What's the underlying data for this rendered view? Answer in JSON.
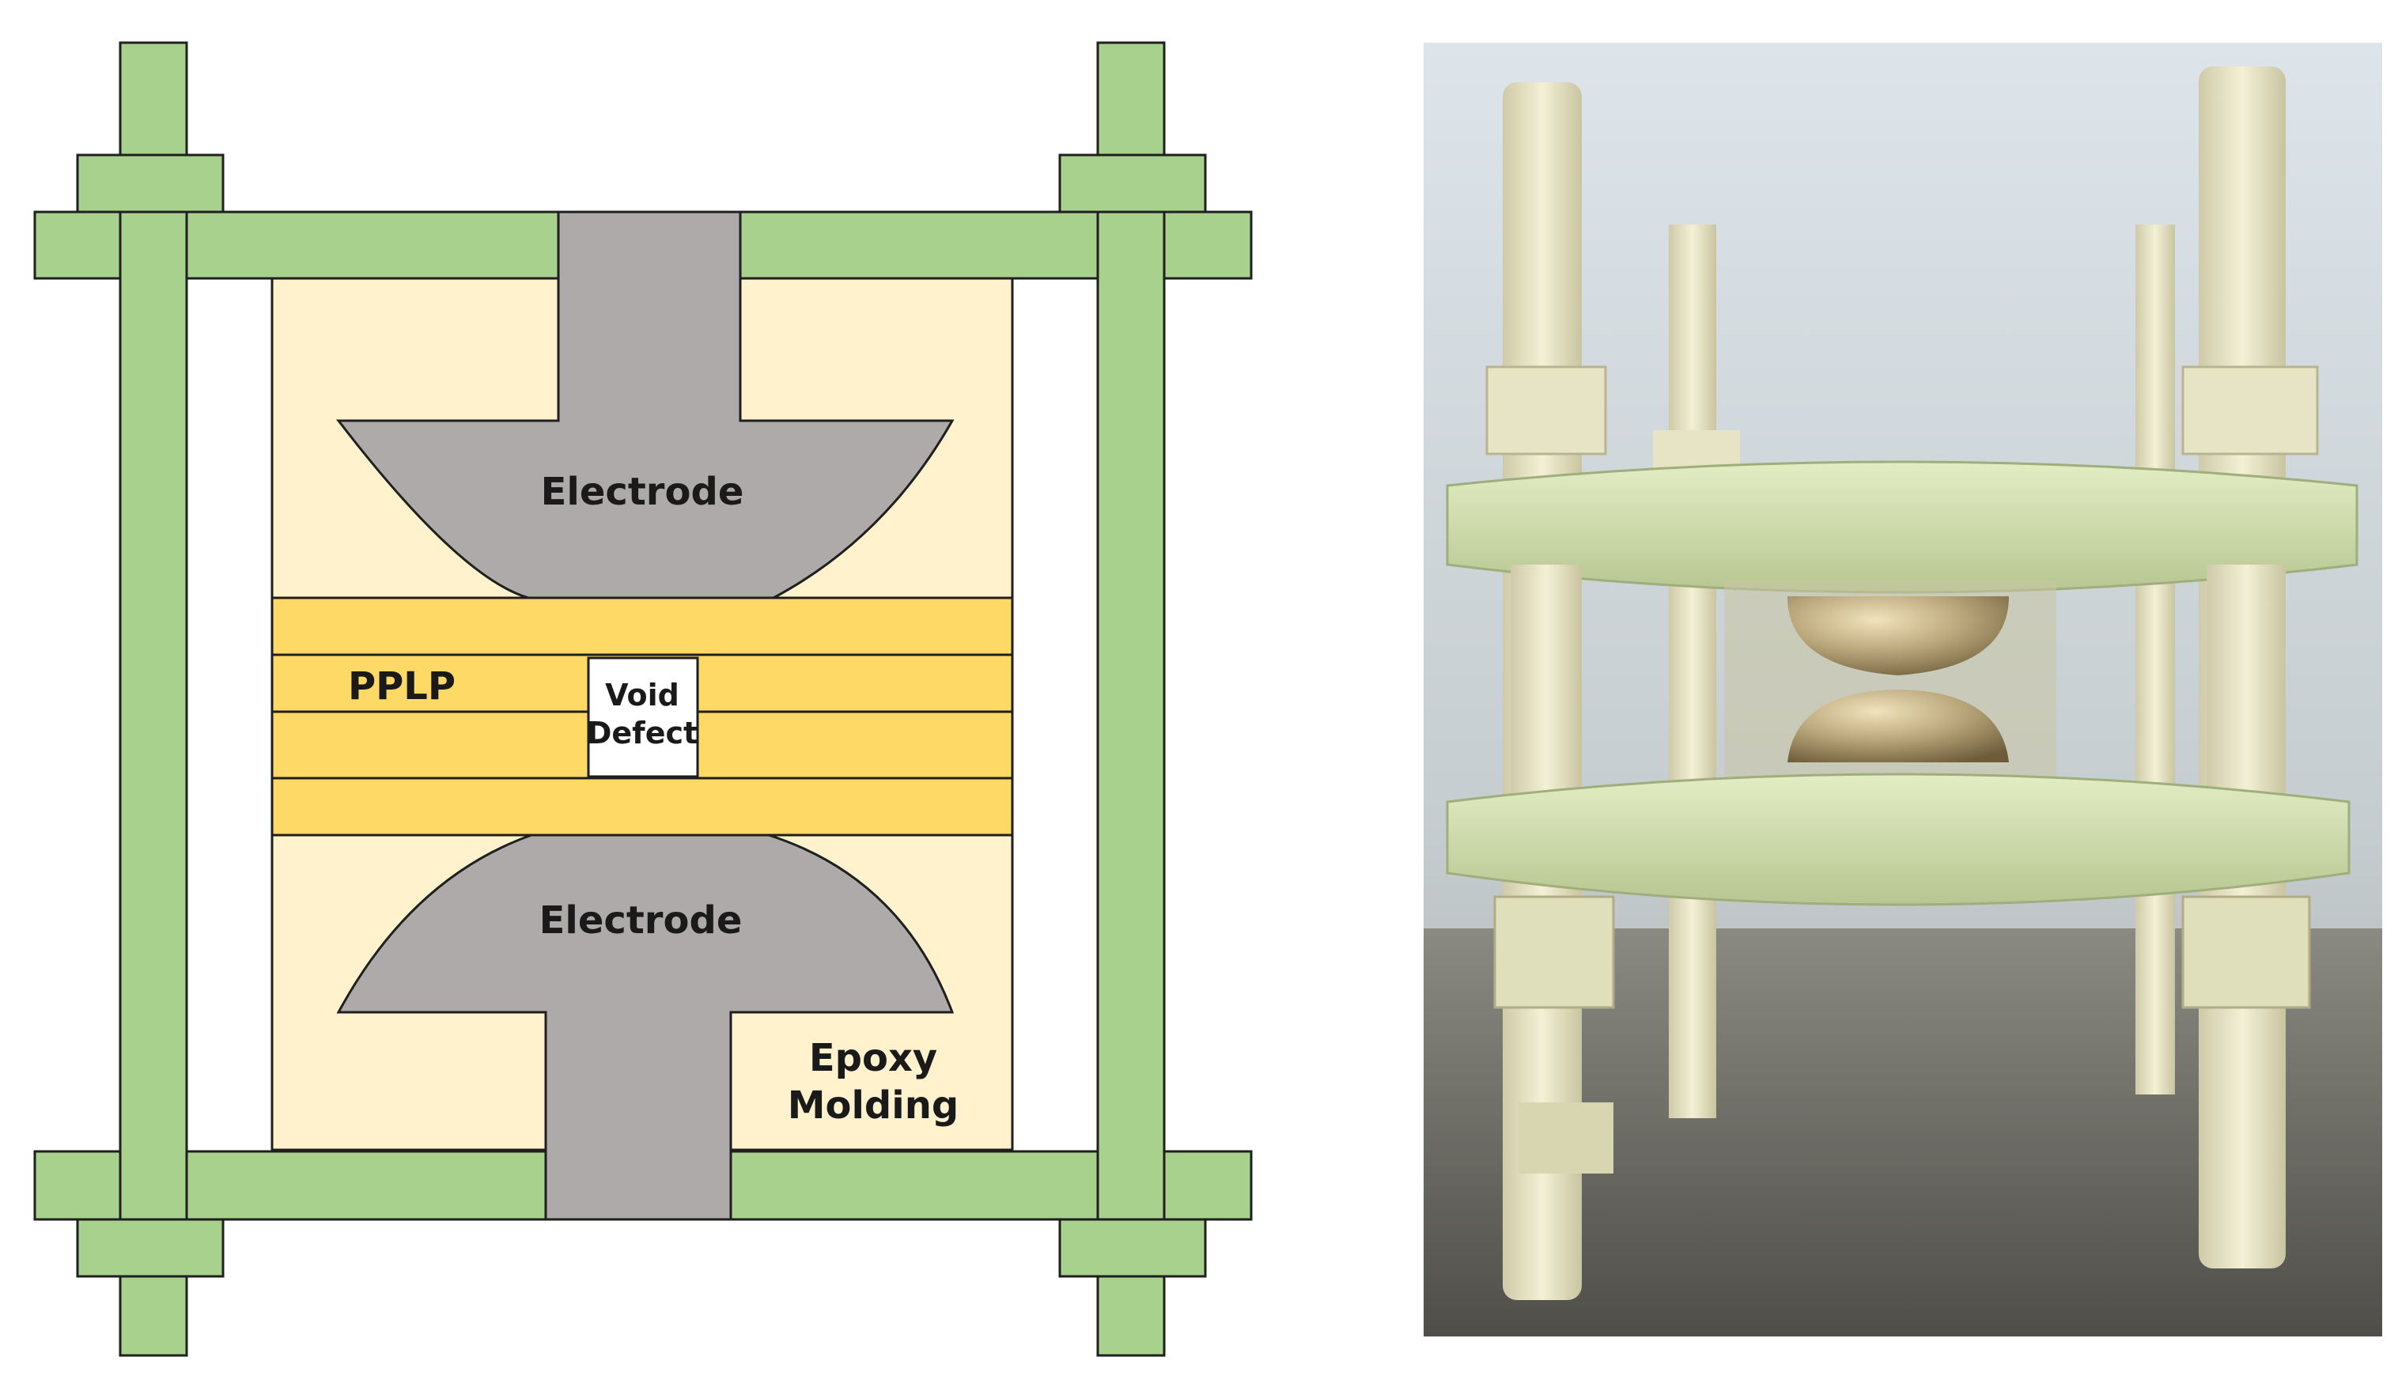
{
  "diagram": {
    "labels": {
      "electrode_top": "Electrode",
      "electrode_bottom": "Electrode",
      "pplp": "PPLP",
      "void_line1": "Void",
      "void_line2": "Defect",
      "epoxy_line1": "Epoxy",
      "epoxy_line2": "Molding"
    },
    "colors": {
      "frame": "#a9d18e",
      "frame_stroke": "#1f1f1f",
      "epoxy": "#fff2cc",
      "pplp": "#ffd966",
      "electrode": "#aeaaaa",
      "void": "#ffffff"
    }
  },
  "photo": {
    "subject": "experimental test cell: two electrodes clamped between fibreglass plates with nylon bolts",
    "colors": {
      "background_top": "#d6dee5",
      "background_bottom": "#bcc4c4",
      "plate": "#d3e0b0",
      "bolt": "#ece8c8",
      "electrode": "#b9a57a",
      "table": "#6f6e68"
    }
  }
}
